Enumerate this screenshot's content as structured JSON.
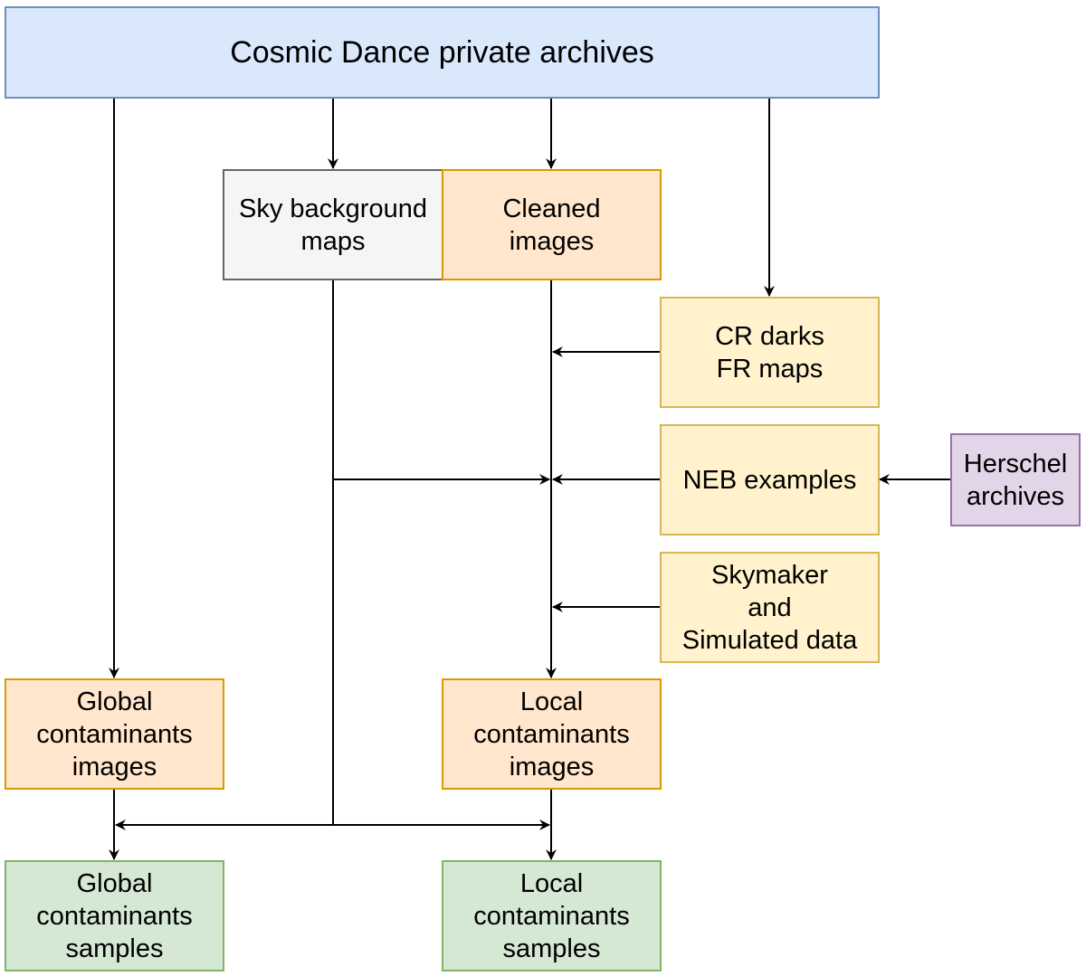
{
  "diagram": {
    "nodes": {
      "archives": {
        "label": "Cosmic Dance private archives",
        "fill": "#dae8fc",
        "stroke": "#6c8ebf"
      },
      "sky_background": {
        "label": "Sky background\nmaps",
        "fill": "#f5f5f5",
        "stroke": "#666666"
      },
      "cleaned_images": {
        "label": "Cleaned\nimages",
        "fill": "#ffe6cc",
        "stroke": "#d79b00"
      },
      "cr_darks": {
        "label": "CR darks\nFR maps",
        "fill": "#fff2cc",
        "stroke": "#d6b656"
      },
      "neb_examples": {
        "label": "NEB examples",
        "fill": "#fff2cc",
        "stroke": "#d6b656"
      },
      "herschel": {
        "label": "Herschel\narchives",
        "fill": "#e1d5e7",
        "stroke": "#9673a6"
      },
      "skymaker": {
        "label": "Skymaker\nand\nSimulated data",
        "fill": "#fff2cc",
        "stroke": "#d6b656"
      },
      "global_images": {
        "label": "Global\ncontaminants\nimages",
        "fill": "#ffe6cc",
        "stroke": "#d79b00"
      },
      "local_images": {
        "label": "Local\ncontaminants\nimages",
        "fill": "#ffe6cc",
        "stroke": "#d79b00"
      },
      "global_samples": {
        "label": "Global\ncontaminants\nsamples",
        "fill": "#d5e8d4",
        "stroke": "#82b366"
      },
      "local_samples": {
        "label": "Local\ncontaminants\nsamples",
        "fill": "#d5e8d4",
        "stroke": "#82b366"
      }
    },
    "edges": [
      {
        "from": "archives",
        "to": "global_images"
      },
      {
        "from": "archives",
        "to": "sky_background"
      },
      {
        "from": "archives",
        "to": "cleaned_images"
      },
      {
        "from": "archives",
        "to": "cr_darks"
      },
      {
        "from": "cleaned_images",
        "to": "local_images"
      },
      {
        "from": "cr_darks",
        "to": "local_images"
      },
      {
        "from": "neb_examples",
        "to": "local_images"
      },
      {
        "from": "herschel",
        "to": "neb_examples"
      },
      {
        "from": "skymaker",
        "to": "local_images"
      },
      {
        "from": "sky_background",
        "to": "local_images"
      },
      {
        "from": "sky_background",
        "to": "global_samples"
      },
      {
        "from": "sky_background",
        "to": "local_samples"
      },
      {
        "from": "global_images",
        "to": "global_samples"
      },
      {
        "from": "local_images",
        "to": "local_samples"
      }
    ]
  }
}
